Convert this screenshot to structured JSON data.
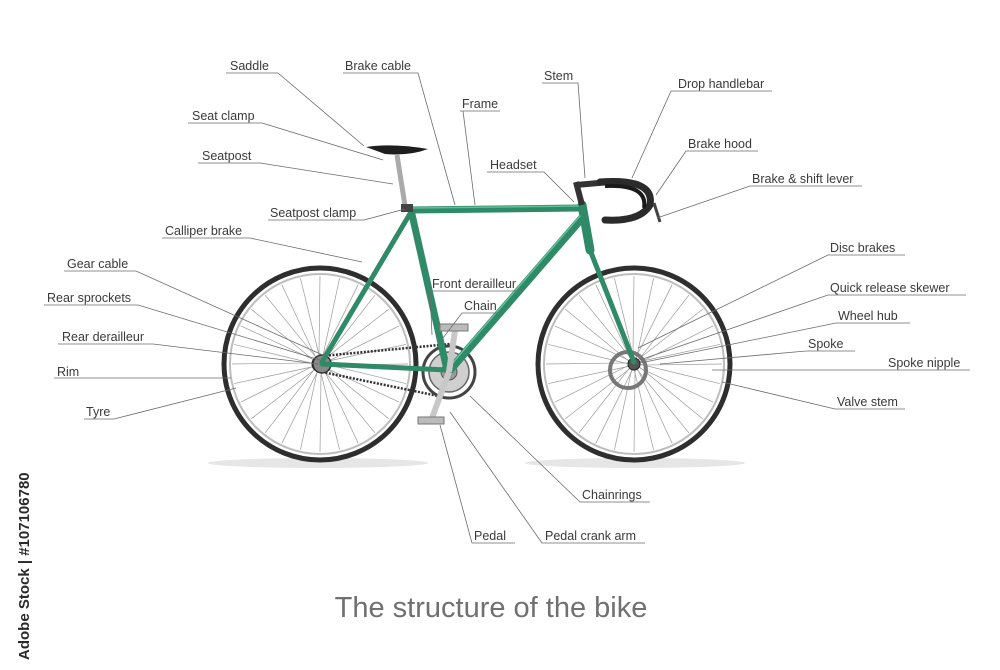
{
  "title": "The structure of the bike",
  "watermark": "Adobe Stock | #107106780",
  "colors": {
    "frame": "#2f8a68",
    "tyre": "#333333",
    "leader": "#6b6b6b",
    "title": "#707070"
  },
  "labels": [
    {
      "id": "saddle",
      "text": "Saddle"
    },
    {
      "id": "brake-cable",
      "text": "Brake cable"
    },
    {
      "id": "stem",
      "text": "Stem"
    },
    {
      "id": "drop-handlebar",
      "text": "Drop handlebar"
    },
    {
      "id": "seat-clamp",
      "text": "Seat clamp"
    },
    {
      "id": "frame",
      "text": "Frame"
    },
    {
      "id": "brake-hood",
      "text": "Brake hood"
    },
    {
      "id": "seatpost",
      "text": "Seatpost"
    },
    {
      "id": "headset",
      "text": "Headset"
    },
    {
      "id": "brake-shift-lever",
      "text": "Brake & shift lever"
    },
    {
      "id": "seatpost-clamp",
      "text": "Seatpost clamp"
    },
    {
      "id": "calliper-brake",
      "text": "Calliper brake"
    },
    {
      "id": "disc-brakes",
      "text": "Disc brakes"
    },
    {
      "id": "gear-cable",
      "text": "Gear cable"
    },
    {
      "id": "front-derailleur",
      "text": "Front derailleur"
    },
    {
      "id": "quick-release-skewer",
      "text": "Quick release skewer"
    },
    {
      "id": "rear-sprockets",
      "text": "Rear sprockets"
    },
    {
      "id": "chain",
      "text": "Chain"
    },
    {
      "id": "wheel-hub",
      "text": "Wheel hub"
    },
    {
      "id": "rear-derailleur",
      "text": "Rear derailleur"
    },
    {
      "id": "spoke",
      "text": "Spoke"
    },
    {
      "id": "spoke-nipple",
      "text": "Spoke nipple"
    },
    {
      "id": "rim",
      "text": "Rim"
    },
    {
      "id": "valve-stem",
      "text": "Valve stem"
    },
    {
      "id": "tyre",
      "text": "Tyre"
    },
    {
      "id": "chainrings",
      "text": "Chainrings"
    },
    {
      "id": "pedal",
      "text": "Pedal"
    },
    {
      "id": "pedal-crank-arm",
      "text": "Pedal crank arm"
    }
  ]
}
